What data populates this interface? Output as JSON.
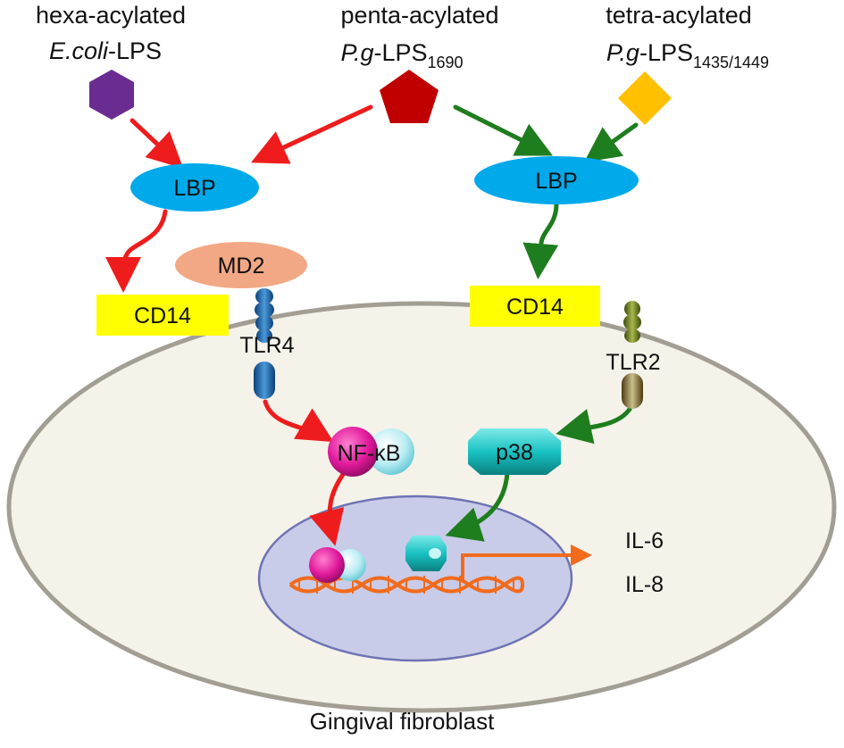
{
  "ligands": {
    "ecoli": {
      "line1": "hexa-acylated",
      "name_italic": "E.coli",
      "name_suffix": "-LPS",
      "sub": "",
      "color": "#6a2c91"
    },
    "pg1690": {
      "line1": "penta-acylated",
      "name_italic": "P.g",
      "name_suffix": "-LPS",
      "sub": "1690",
      "color": "#c00000"
    },
    "pg1435": {
      "line1": "tetra-acylated",
      "name_italic": "P.g",
      "name_suffix": "-LPS",
      "sub": "1435/1449",
      "color": "#ffc000"
    }
  },
  "nodes": {
    "lbp_left": "LBP",
    "lbp_right": "LBP",
    "md2": "MD2",
    "cd14_left": "CD14",
    "cd14_right": "CD14",
    "tlr4": "TLR4",
    "tlr2": "TLR2",
    "nfkb": "NF-κB",
    "p38": "p38"
  },
  "outputs": {
    "il6": "IL-6",
    "il8": "IL-8"
  },
  "cell": {
    "label": "Gingival fibroblast"
  },
  "colors": {
    "red_path": "#ee1c1c",
    "green_path": "#1e7d1e",
    "lbp": "#00a9ea",
    "md2": "#f2a884",
    "cd14": "#ffff00",
    "cell_fill": "#f5f2ea",
    "cell_border": "#a39e93",
    "nucleus_fill": "#c8cce8",
    "nucleus_border": "#6e73b4",
    "dna": "#f26b1d",
    "nfkb_magenta": "#e0199b",
    "nfkb_cyan": "#b8ecf2",
    "p38": "#19c2c2"
  }
}
